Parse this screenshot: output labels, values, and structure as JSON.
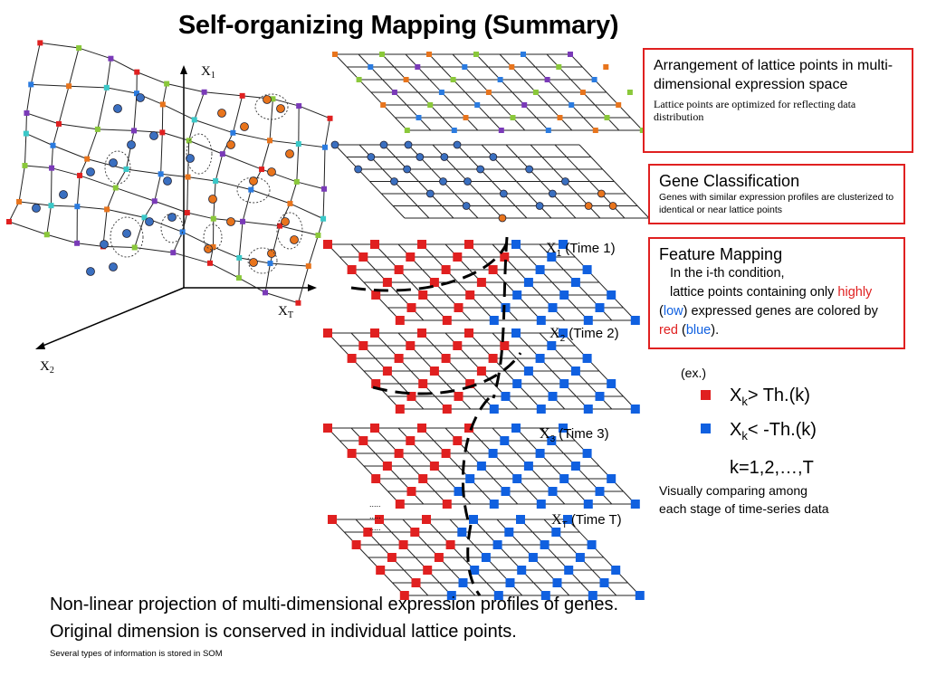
{
  "title": "Self-organizing Mapping (Summary)",
  "axes": {
    "x1": "X",
    "x1_sub": "1",
    "xt": "X",
    "xt_sub": "T",
    "x2": "X",
    "x2_sub": "2"
  },
  "box1": {
    "heading": "Arrangement of lattice points in multi-dimensional expression space",
    "sub": "Lattice points are optimized for reflecting data distribution"
  },
  "box2": {
    "heading": "Gene Classification",
    "sub": "Genes with similar expression profiles are clusterized to identical or near lattice points"
  },
  "box3": {
    "heading": "Feature Mapping",
    "line1": "In the i-th condition,",
    "line2_a": "lattice points containing only ",
    "line2_highly": "highly",
    "line3_open": "(",
    "line3_low": "low",
    "line3_b": ") expressed genes are colored by",
    "line4_red": "red",
    "line4_open": " (",
    "line4_blue": "blue",
    "line4_close": ")."
  },
  "time_labels": [
    {
      "x": "X",
      "sub": "1",
      "text": " (Time 1)"
    },
    {
      "x": "X",
      "sub": "2",
      "text": " (Time 2)"
    },
    {
      "x": "X",
      "sub": "3",
      "text": " (Time 3)"
    },
    {
      "x": "X",
      "sub": "T",
      "text": " (Time T)"
    }
  ],
  "dots": ".....",
  "example": {
    "label": "(ex.)",
    "legend_high": {
      "pre": "X",
      "sub": "k",
      "post": "> Th.(k)",
      "color": "#e02020"
    },
    "legend_low": {
      "pre": "X",
      "sub": "k",
      "post": "< -Th.(k)",
      "color": "#1060e0"
    },
    "k_range": "k=1,2,…,T",
    "note_line1": "Visually comparing among",
    "note_line2": "each stage of time-series data"
  },
  "bottom": {
    "line1": "Non-linear projection of multi-dimensional expression profiles of genes.",
    "line2": "Original dimension is conserved in individual lattice points.",
    "line3": "Several types of information is stored in SOM"
  },
  "colors": {
    "red": "#e02020",
    "blue": "#1060e0",
    "dot_blue": "#3a6fc0",
    "dot_orange": "#e8741c",
    "box_border": "#e02020"
  }
}
